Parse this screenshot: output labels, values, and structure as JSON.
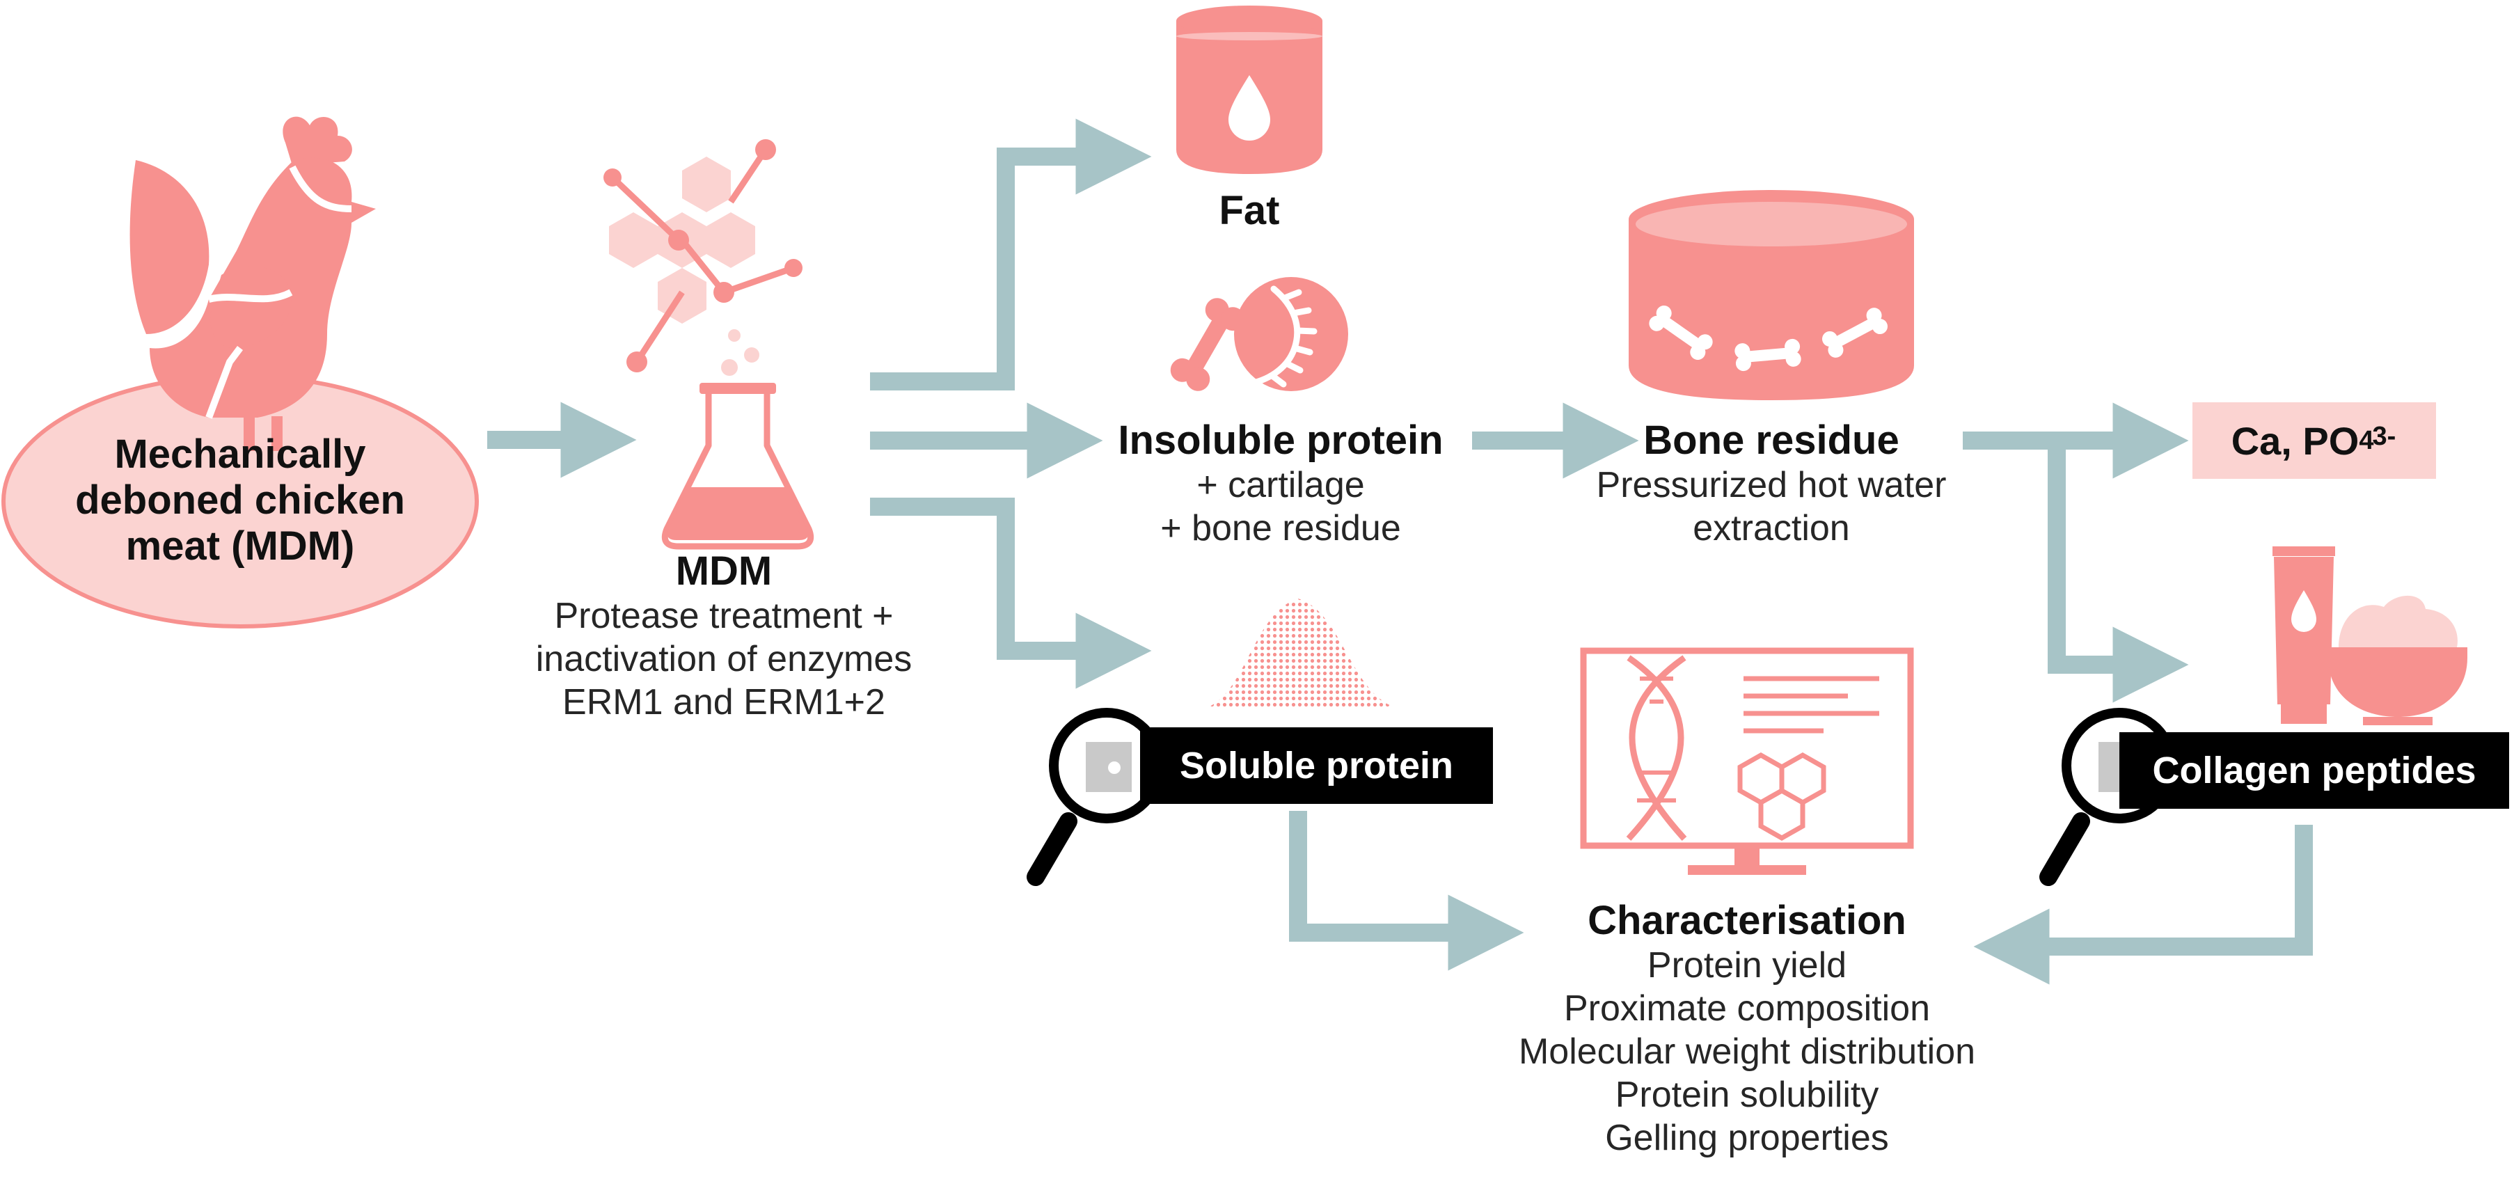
{
  "source": {
    "title": "Mechanically deboned chicken meat (MDM)",
    "lines": [
      "Mechanically",
      "deboned chicken",
      "meat (MDM)"
    ]
  },
  "mdm": {
    "title": "MDM",
    "lines": [
      "Protease treatment +",
      "inactivation of enzymes",
      "ERM1 and ERM1+2"
    ]
  },
  "fat": {
    "title": "Fat"
  },
  "insoluble": {
    "title": "Insoluble protein",
    "lines": [
      "+ cartilage",
      "+ bone residue"
    ]
  },
  "bone": {
    "title": "Bone residue",
    "lines": [
      "Pressurized hot water",
      "extraction"
    ]
  },
  "minerals": {
    "text": "Ca, PO",
    "sub": "4",
    "sup": "3-"
  },
  "soluble": {
    "title": "Soluble protein"
  },
  "collagen": {
    "title": "Collagen peptides"
  },
  "characterisation": {
    "title": "Characterisation",
    "lines": [
      "Protein yield",
      "Proximate composition",
      "Molecular weight distribution",
      "Protein solubility",
      "Gelling properties"
    ]
  },
  "colors": {
    "arrow": "#a7c4c7",
    "icon_pink": "#f7918f",
    "icon_light": "#fbd3d1",
    "label_bg": "#000000"
  },
  "icons": [
    "chicken-icon",
    "molecule-icon",
    "flask-icon",
    "fat-container-icon",
    "bone-spine-icon",
    "bone-container-icon",
    "powder-pile-icon",
    "magnifier-icon",
    "monitor-dna-icon",
    "cosmetics-icon"
  ]
}
